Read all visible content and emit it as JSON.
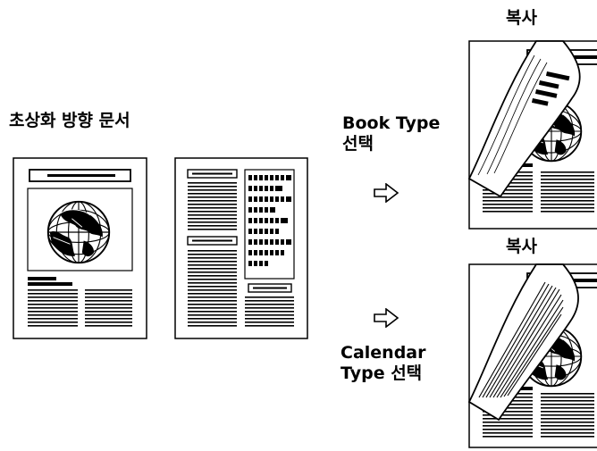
{
  "left_section": {
    "title": "초상화 방향 문서"
  },
  "book_option": {
    "line1": "Book Type",
    "line2": "선택"
  },
  "calendar_option": {
    "line1": "Calendar",
    "line2": "Type 선택"
  },
  "copy_label_top": "복사",
  "copy_label_bottom": "복사",
  "icons": [
    "arrow-right-icon",
    "globe-icon",
    "people-icon"
  ]
}
